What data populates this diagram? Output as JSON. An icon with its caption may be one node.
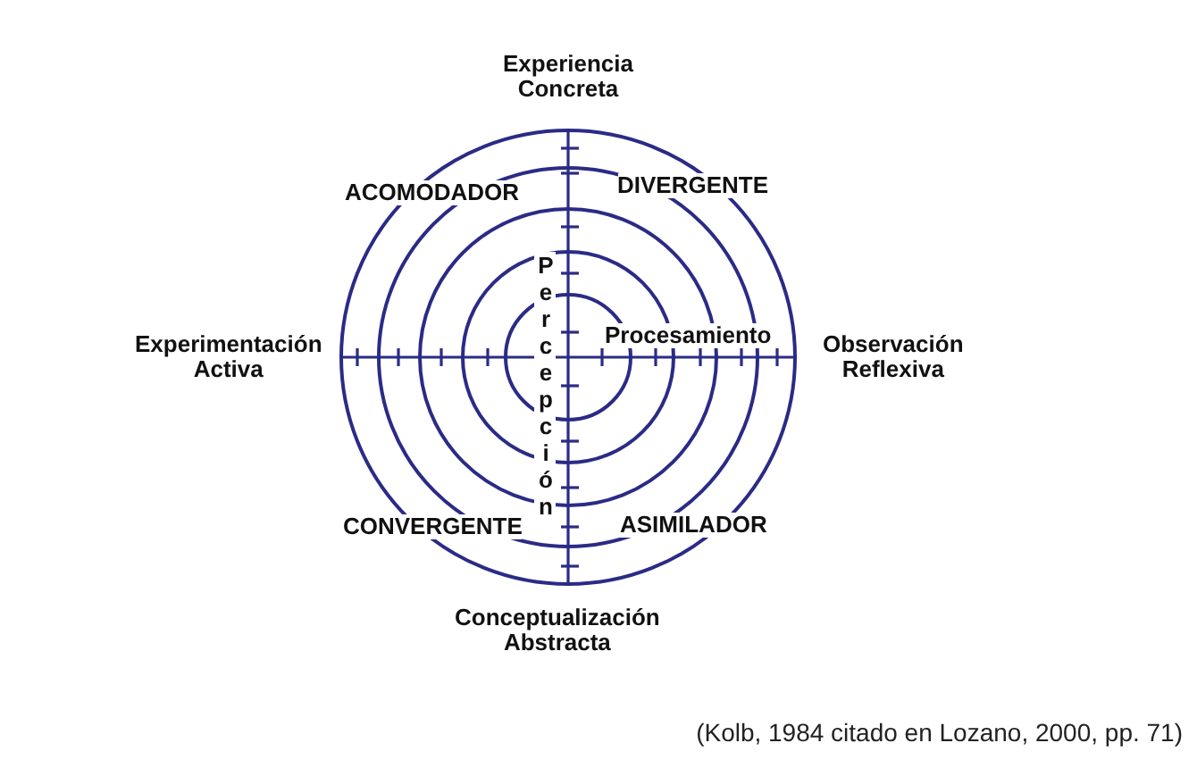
{
  "diagram": {
    "caption": "(Kolb, 1984 citado en Lozano, 2000, pp. 71)",
    "labels": [
      "Experiencia Concreta",
      "ACOMODADOR",
      "DIVERGENTE",
      "Percepción",
      "Experimentación Activa",
      "Procesamiento",
      "Observación Reflexiva",
      "CONVERGENTE",
      "ASIMILADOR",
      "Conceptualización Abstracta"
    ]
  }
}
